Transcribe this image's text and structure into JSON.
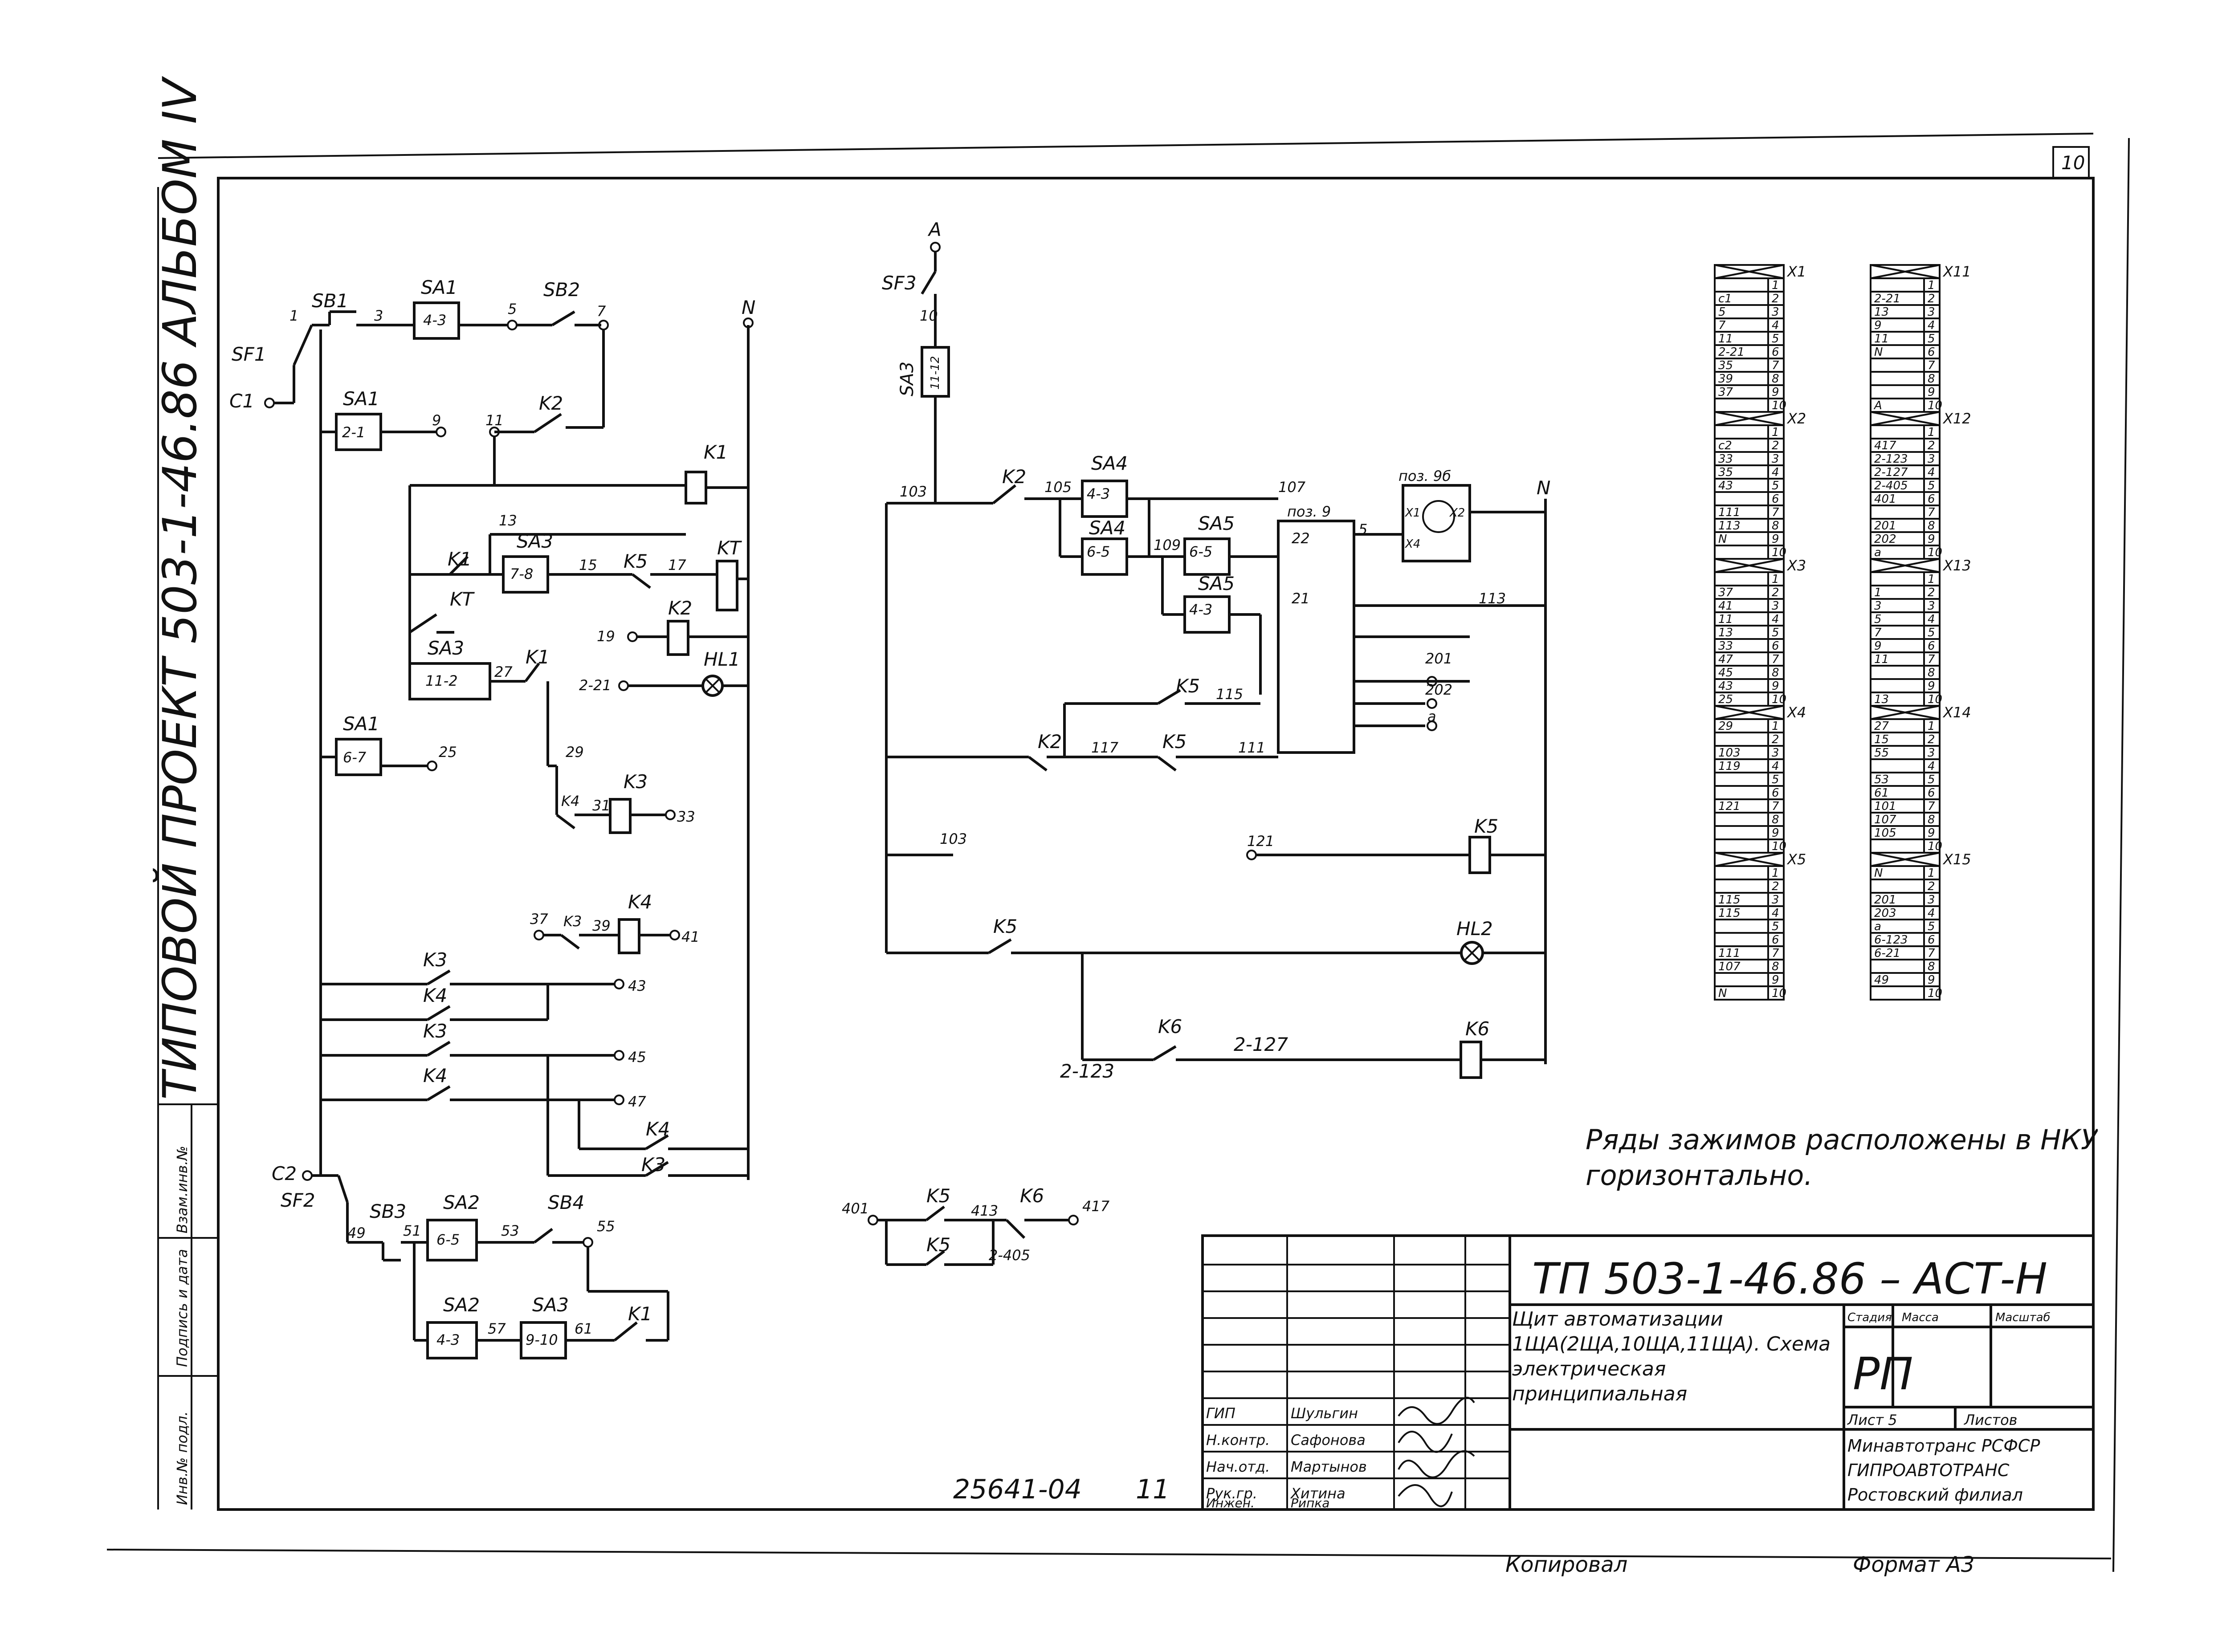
{
  "sheet_number": "10",
  "side_title": "ТИПОВОЙ ПРОЕКТ 503-1-46.86 АЛЬБОМ IV",
  "side_stamp": [
    "Инв.№ подл.",
    "Подпись и дата",
    "Взам.инв.№"
  ],
  "left_circuit": {
    "devices": [
      "SF1",
      "SB1",
      "SA1",
      "SB2",
      "SA1",
      "K2",
      "K1",
      "SA3",
      "K5",
      "K1",
      "KT",
      "KT",
      "SA3",
      "K1",
      "K2",
      "HL1",
      "SA1",
      "K4",
      "K3",
      "K3",
      "K4",
      "K3",
      "K4",
      "K3",
      "K4",
      "K4",
      "K3",
      "SF2",
      "SB3",
      "SA2",
      "SB4",
      "SA2",
      "SA3",
      "K1"
    ],
    "contacts": [
      "4-3",
      "2-1",
      "7-8",
      "11-2",
      "6-7",
      "6-5",
      "4-3",
      "9-10"
    ],
    "wires": [
      "1",
      "3",
      "5",
      "7",
      "9",
      "11",
      "13",
      "15",
      "17",
      "19",
      "2-21",
      "27",
      "25",
      "29",
      "31",
      "33",
      "37",
      "39",
      "41",
      "43",
      "45",
      "47",
      "49",
      "51",
      "53",
      "55",
      "57",
      "61"
    ],
    "supply": [
      "C1",
      "C2",
      "N"
    ]
  },
  "right_circuit": {
    "supply": [
      "A",
      "N"
    ],
    "devices": [
      "SF3",
      "SA3",
      "K2",
      "SA4",
      "SA4",
      "SA5",
      "SA5",
      "K5",
      "K2",
      "K5",
      "K5",
      "K5",
      "HL2",
      "K6",
      "K6",
      "K5",
      "K5",
      "K6"
    ],
    "contacts": [
      "11-12",
      "4-3",
      "6-5",
      "6-5",
      "4-3"
    ],
    "positions": [
      "поз. 9",
      "поз. 9б"
    ],
    "terminals_x": [
      "X1",
      "X2",
      "X3",
      "X4",
      "X5"
    ],
    "wires": [
      "10",
      "103",
      "105",
      "107",
      "109",
      "22",
      "21",
      "5",
      "113",
      "115",
      "201",
      "202",
      "a",
      "117",
      "111",
      "121",
      "2-123",
      "2-127",
      "401",
      "413",
      "417",
      "2-405"
    ]
  },
  "terminal_blocks": {
    "left": {
      "X1": [
        "",
        "c1",
        "5",
        "7",
        "11",
        "2-21",
        "35",
        "39",
        "37",
        ""
      ],
      "X2": [
        "",
        "c2",
        "33",
        "35",
        "43",
        "",
        "111",
        "113",
        "N",
        ""
      ],
      "X3": [
        "",
        "37",
        "41",
        "11",
        "13",
        "33",
        "47",
        "45",
        "43",
        "25"
      ],
      "X4": [
        "29",
        "",
        "103",
        "119",
        "",
        "",
        "121",
        "",
        "",
        ""
      ],
      "X5": [
        "",
        "",
        "115",
        "115",
        "",
        "",
        "111",
        "107",
        "",
        "N"
      ]
    },
    "right": {
      "X11": [
        "",
        "2-21",
        "13",
        "9",
        "11",
        "N",
        "",
        "",
        "",
        "A"
      ],
      "X12": [
        "",
        "417",
        "2-123",
        "2-127",
        "2-405",
        "401",
        "",
        "201",
        "202",
        "a"
      ],
      "X13": [
        "",
        "1",
        "3",
        "5",
        "7",
        "9",
        "11",
        "",
        "",
        "13"
      ],
      "X14": [
        "27",
        "15",
        "55",
        "",
        "53",
        "61",
        "101",
        "107",
        "105",
        ""
      ],
      "X15": [
        "N",
        "",
        "201",
        "203",
        "a",
        "6-123",
        "6-21",
        "",
        "49",
        ""
      ]
    },
    "labels": [
      "X1",
      "X2",
      "X3",
      "X4",
      "X5",
      "X11",
      "X12",
      "X13",
      "X14",
      "X15"
    ]
  },
  "note": "Ряды зажимов расположены в НКУ горизонтально.",
  "misc_numbers": [
    "25641-04",
    "11"
  ],
  "title_block": {
    "code": "ТП 503-1-46.86 – АСТ-Н",
    "title": "Щит автоматизации 1ЩА(2ЩА,10ЩА,11ЩА). Схема электрическая принципиальная",
    "stage_header": "Стадия",
    "mass_header": "Масса",
    "scale_header": "Масштаб",
    "stage": "РП",
    "sheet": "Лист 5",
    "sheets": "Листов",
    "org": [
      "Минавтотранс РСФСР",
      "ГИПРОАВТОТРАНС",
      "Ростовский филиал"
    ],
    "roles": [
      "ГИП",
      "Н.контр.",
      "Нач.отд.",
      "Рук.гр.",
      "Инжен."
    ],
    "names": [
      "Шульгин",
      "Сафонова",
      "Мартынов",
      "Хитина",
      "Рипка"
    ]
  },
  "footer": {
    "copied": "Копировал",
    "format": "Формат А3"
  }
}
